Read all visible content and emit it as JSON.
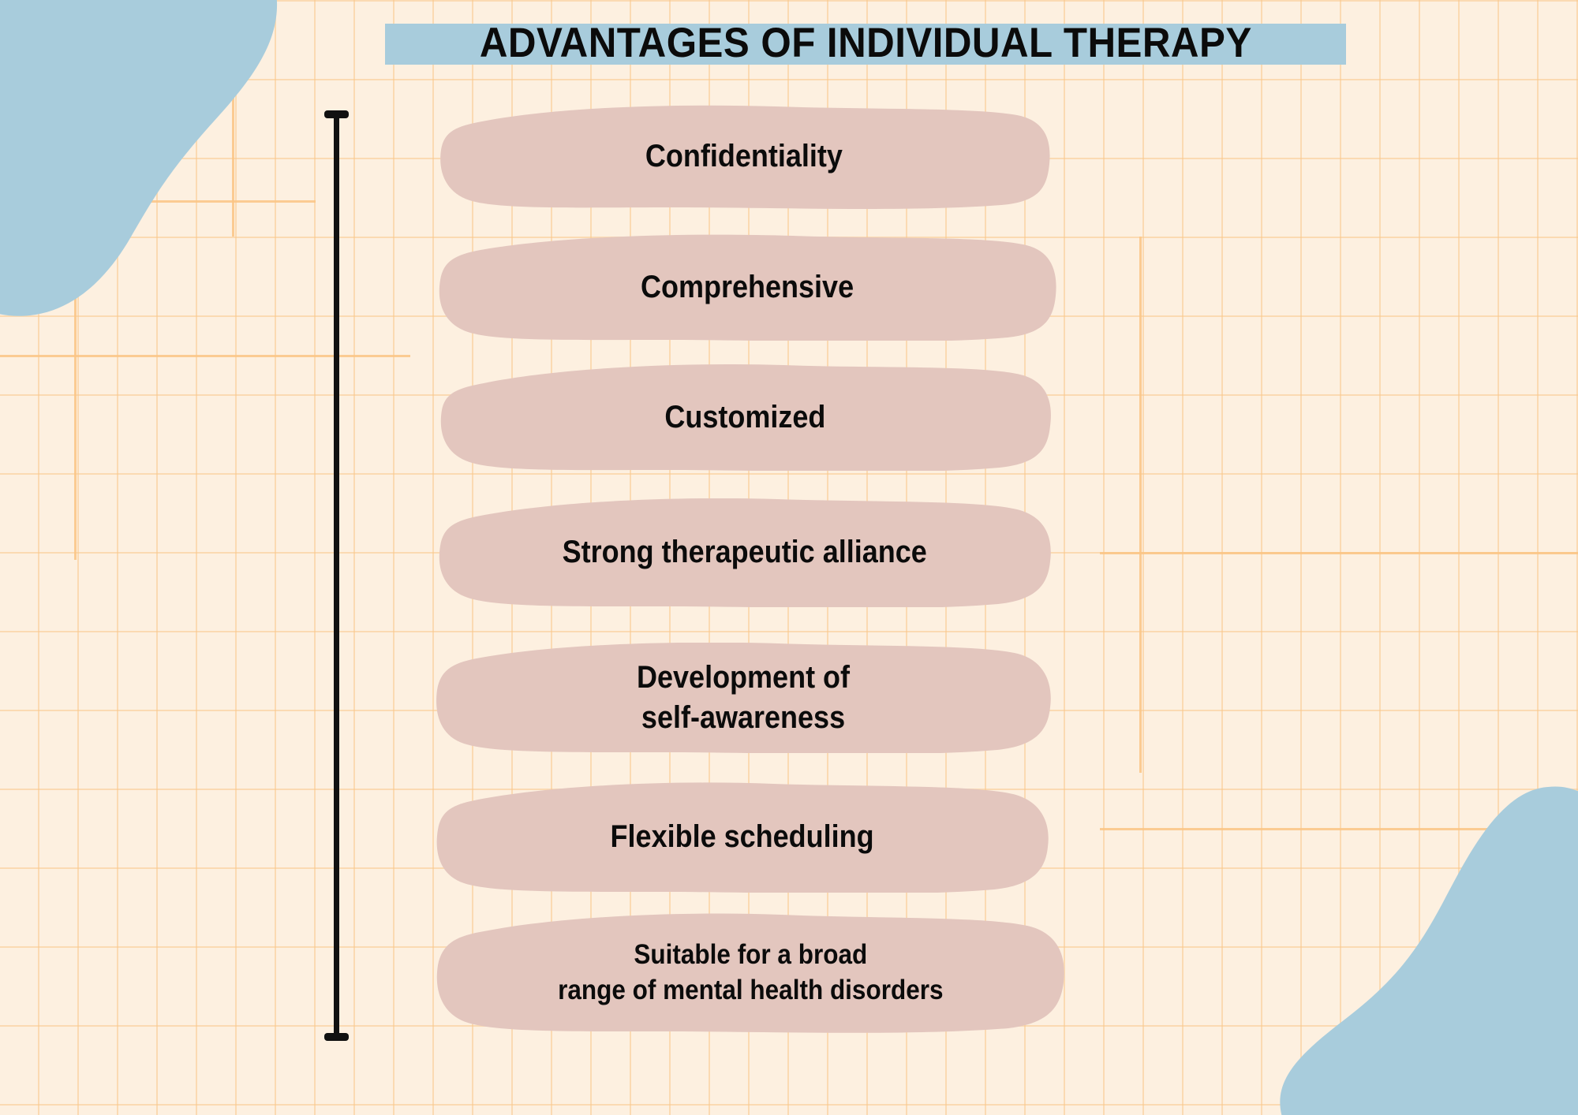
{
  "page": {
    "title": "ADVANTAGES OF INDIVIDUAL THERAPY",
    "background_color": "#FDF0E0",
    "grid_line_color": "#FAC484",
    "title_band_color": "#A8CCDC",
    "blob_color": "#A8CCDC",
    "pill_color": "#E3C6BE",
    "text_color": "#0B0B0B",
    "bracket_color": "#111111"
  },
  "header": {
    "band_label": "ADVANTAGES OF INDIVIDUAL THERAPY"
  },
  "bracket": {
    "name": "vertical-range-bracket",
    "description": "vertical line with end caps spanning all items"
  },
  "decorations": [
    {
      "name": "blue-blob-top-left",
      "color": "#A8CCDC",
      "position": "top-left"
    },
    {
      "name": "blue-blob-bottom-right",
      "color": "#A8CCDC",
      "position": "bottom-right"
    }
  ],
  "advantages": {
    "count": 7,
    "items": [
      {
        "label": "Confidentiality"
      },
      {
        "label": "Comprehensive"
      },
      {
        "label": "Customized"
      },
      {
        "label": "Strong therapeutic alliance"
      },
      {
        "label": "Development of\nself-awareness"
      },
      {
        "label": "Flexible scheduling"
      },
      {
        "label": "Suitable for a broad\nrange of mental health disorders"
      }
    ]
  }
}
